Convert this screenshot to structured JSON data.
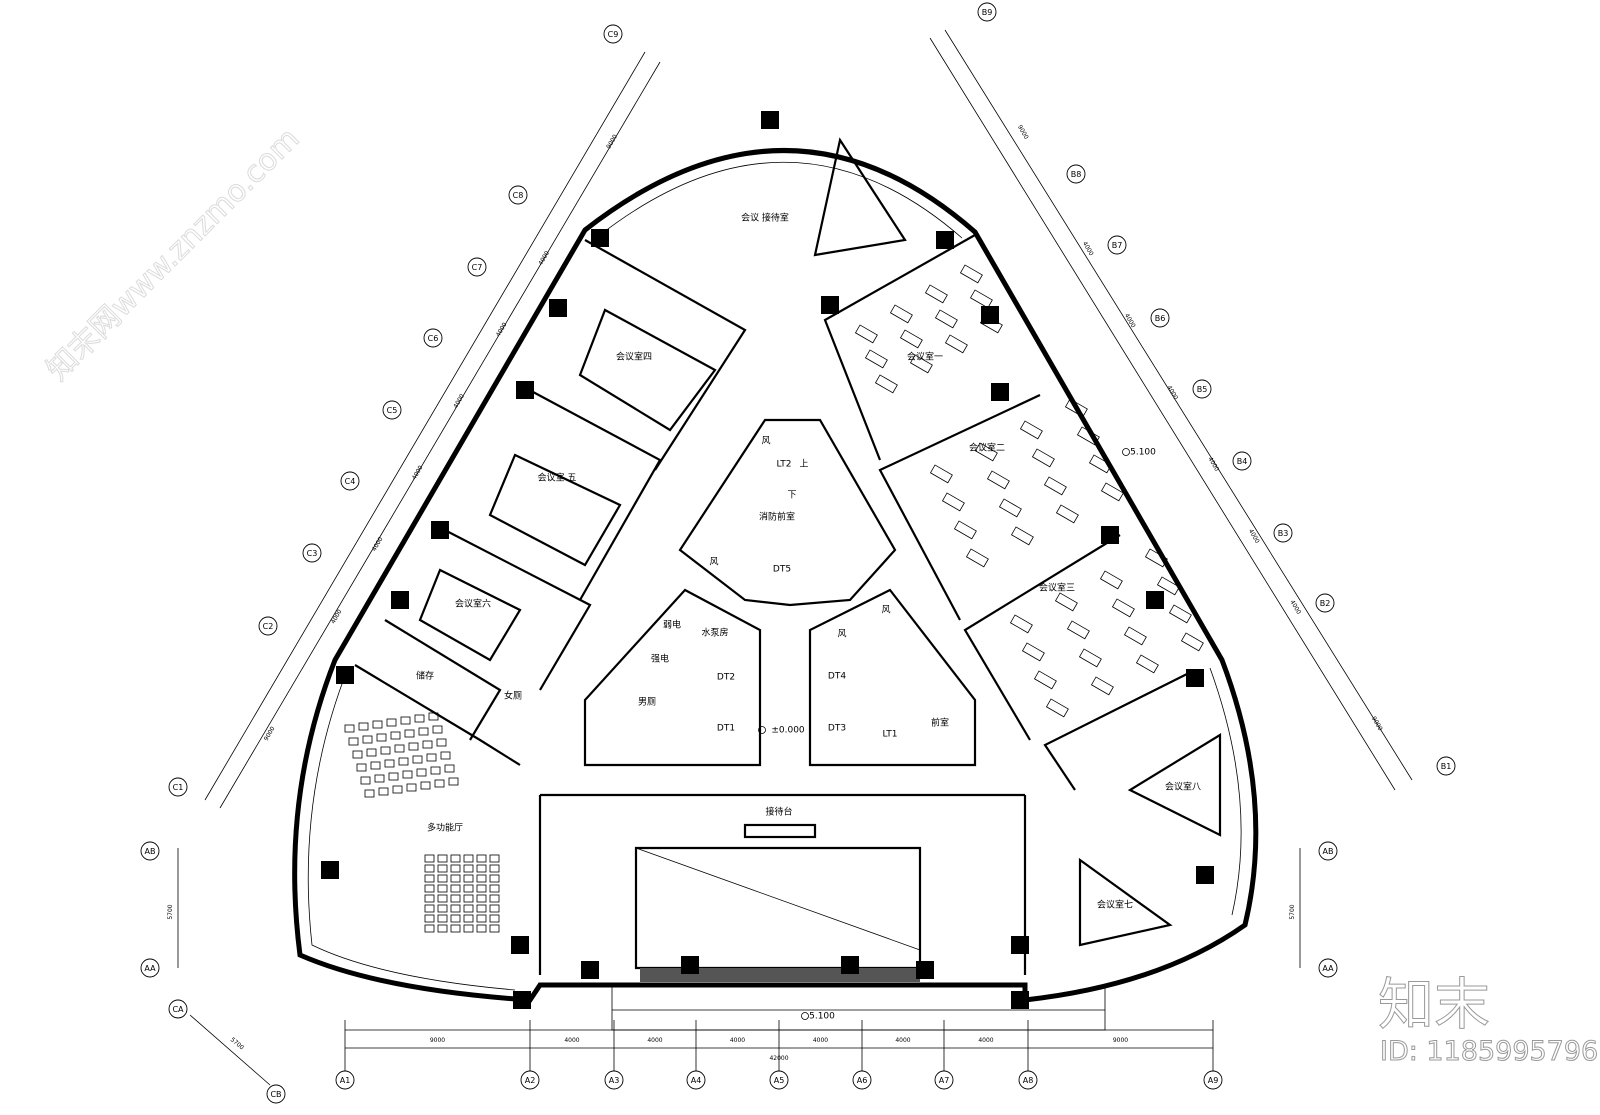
{
  "rooms": {
    "reception_meeting": "会议 接待室",
    "meeting_4": "会议室四",
    "meeting_5": "会议室 五",
    "meeting_6": "会议室六",
    "storage": "储存",
    "womens_wc": "女厕",
    "multi_hall": "多功能厅",
    "meeting_1": "会议室一",
    "meeting_2": "会议室二",
    "meeting_3": "会议室三",
    "meeting_8": "会议室八",
    "meeting_7": "会议室七",
    "reception_desk": "接待台",
    "fire_lobby": "消防前室",
    "lt2": "LT2",
    "up": "上",
    "down": "下",
    "wind_a": "风",
    "wind_b": "风",
    "wind_c": "风",
    "wind_d": "风",
    "dt5": "DT5",
    "weak_elec": "弱电",
    "pump_room": "水泵房",
    "strong_elec": "强电",
    "mens_wc": "男厕",
    "dt1": "DT1",
    "dt2": "DT2",
    "dt3": "DT3",
    "dt4": "DT4",
    "lt1": "LT1",
    "front_room": "前室"
  },
  "elevations": {
    "center": "±0.000",
    "terrace_right": "5.100",
    "terrace_bottom": "5.100"
  },
  "grid_axes": {
    "a": [
      "A1",
      "A2",
      "A3",
      "A4",
      "A5",
      "A6",
      "A7",
      "A8",
      "A9"
    ],
    "vertical": [
      "AB",
      "AA",
      "AB",
      "AA"
    ],
    "c": [
      "C1",
      "C2",
      "C3",
      "C4",
      "C5",
      "C6",
      "C7",
      "C8",
      "C9"
    ],
    "corner": [
      "CA",
      "CB"
    ],
    "b": [
      "B1",
      "B2",
      "B3",
      "B4",
      "B5",
      "B6",
      "B7",
      "B8",
      "B9"
    ]
  },
  "dimensions": {
    "bottom": [
      "9000",
      "4000",
      "4000",
      "4000",
      "4000",
      "4000",
      "4000",
      "9000"
    ],
    "bottom_total": "42000",
    "side_left": "5700",
    "side_right": "5700",
    "corner": "5700",
    "c_side": [
      "9000",
      "4000",
      "4000",
      "4000",
      "4000",
      "4000",
      "4000",
      "9000"
    ],
    "b_side": [
      "9000",
      "4000",
      "4000",
      "4000",
      "4000",
      "4000",
      "4000",
      "9000"
    ]
  },
  "watermark": {
    "brand": "知末",
    "id": "ID: 1185995796",
    "site": "知末网www.znzmo.com"
  }
}
